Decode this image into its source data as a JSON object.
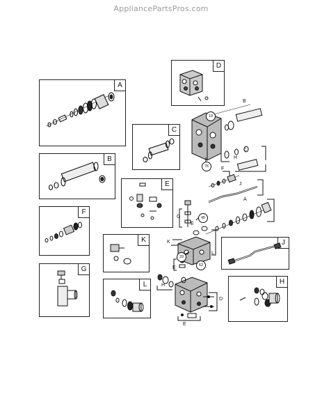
{
  "watermark": "AppliancePartsPros.com",
  "kits": {
    "A": "A",
    "B": "B",
    "C": "C",
    "D": "D",
    "E": "E",
    "F": "F",
    "G": "G",
    "H": "H",
    "J": "J",
    "K": "K",
    "L": "L"
  },
  "callouts": {
    "circ_19": "19",
    "circ_76": "76",
    "circ_45": "45",
    "circ_29": "29",
    "circ_62": "62",
    "lbl_B": "B",
    "lbl_C": "C",
    "lbl_H_top": "H",
    "lbl_F": "F",
    "lbl_J": "J",
    "lbl_A": "A",
    "lbl_G": "G",
    "lbl_E_mid": "E",
    "lbl_K": "K",
    "lbl_L": "L",
    "lbl_E_low": "E",
    "lbl_H_low": "H",
    "lbl_D": "D",
    "lbl_E_bot": "E"
  }
}
